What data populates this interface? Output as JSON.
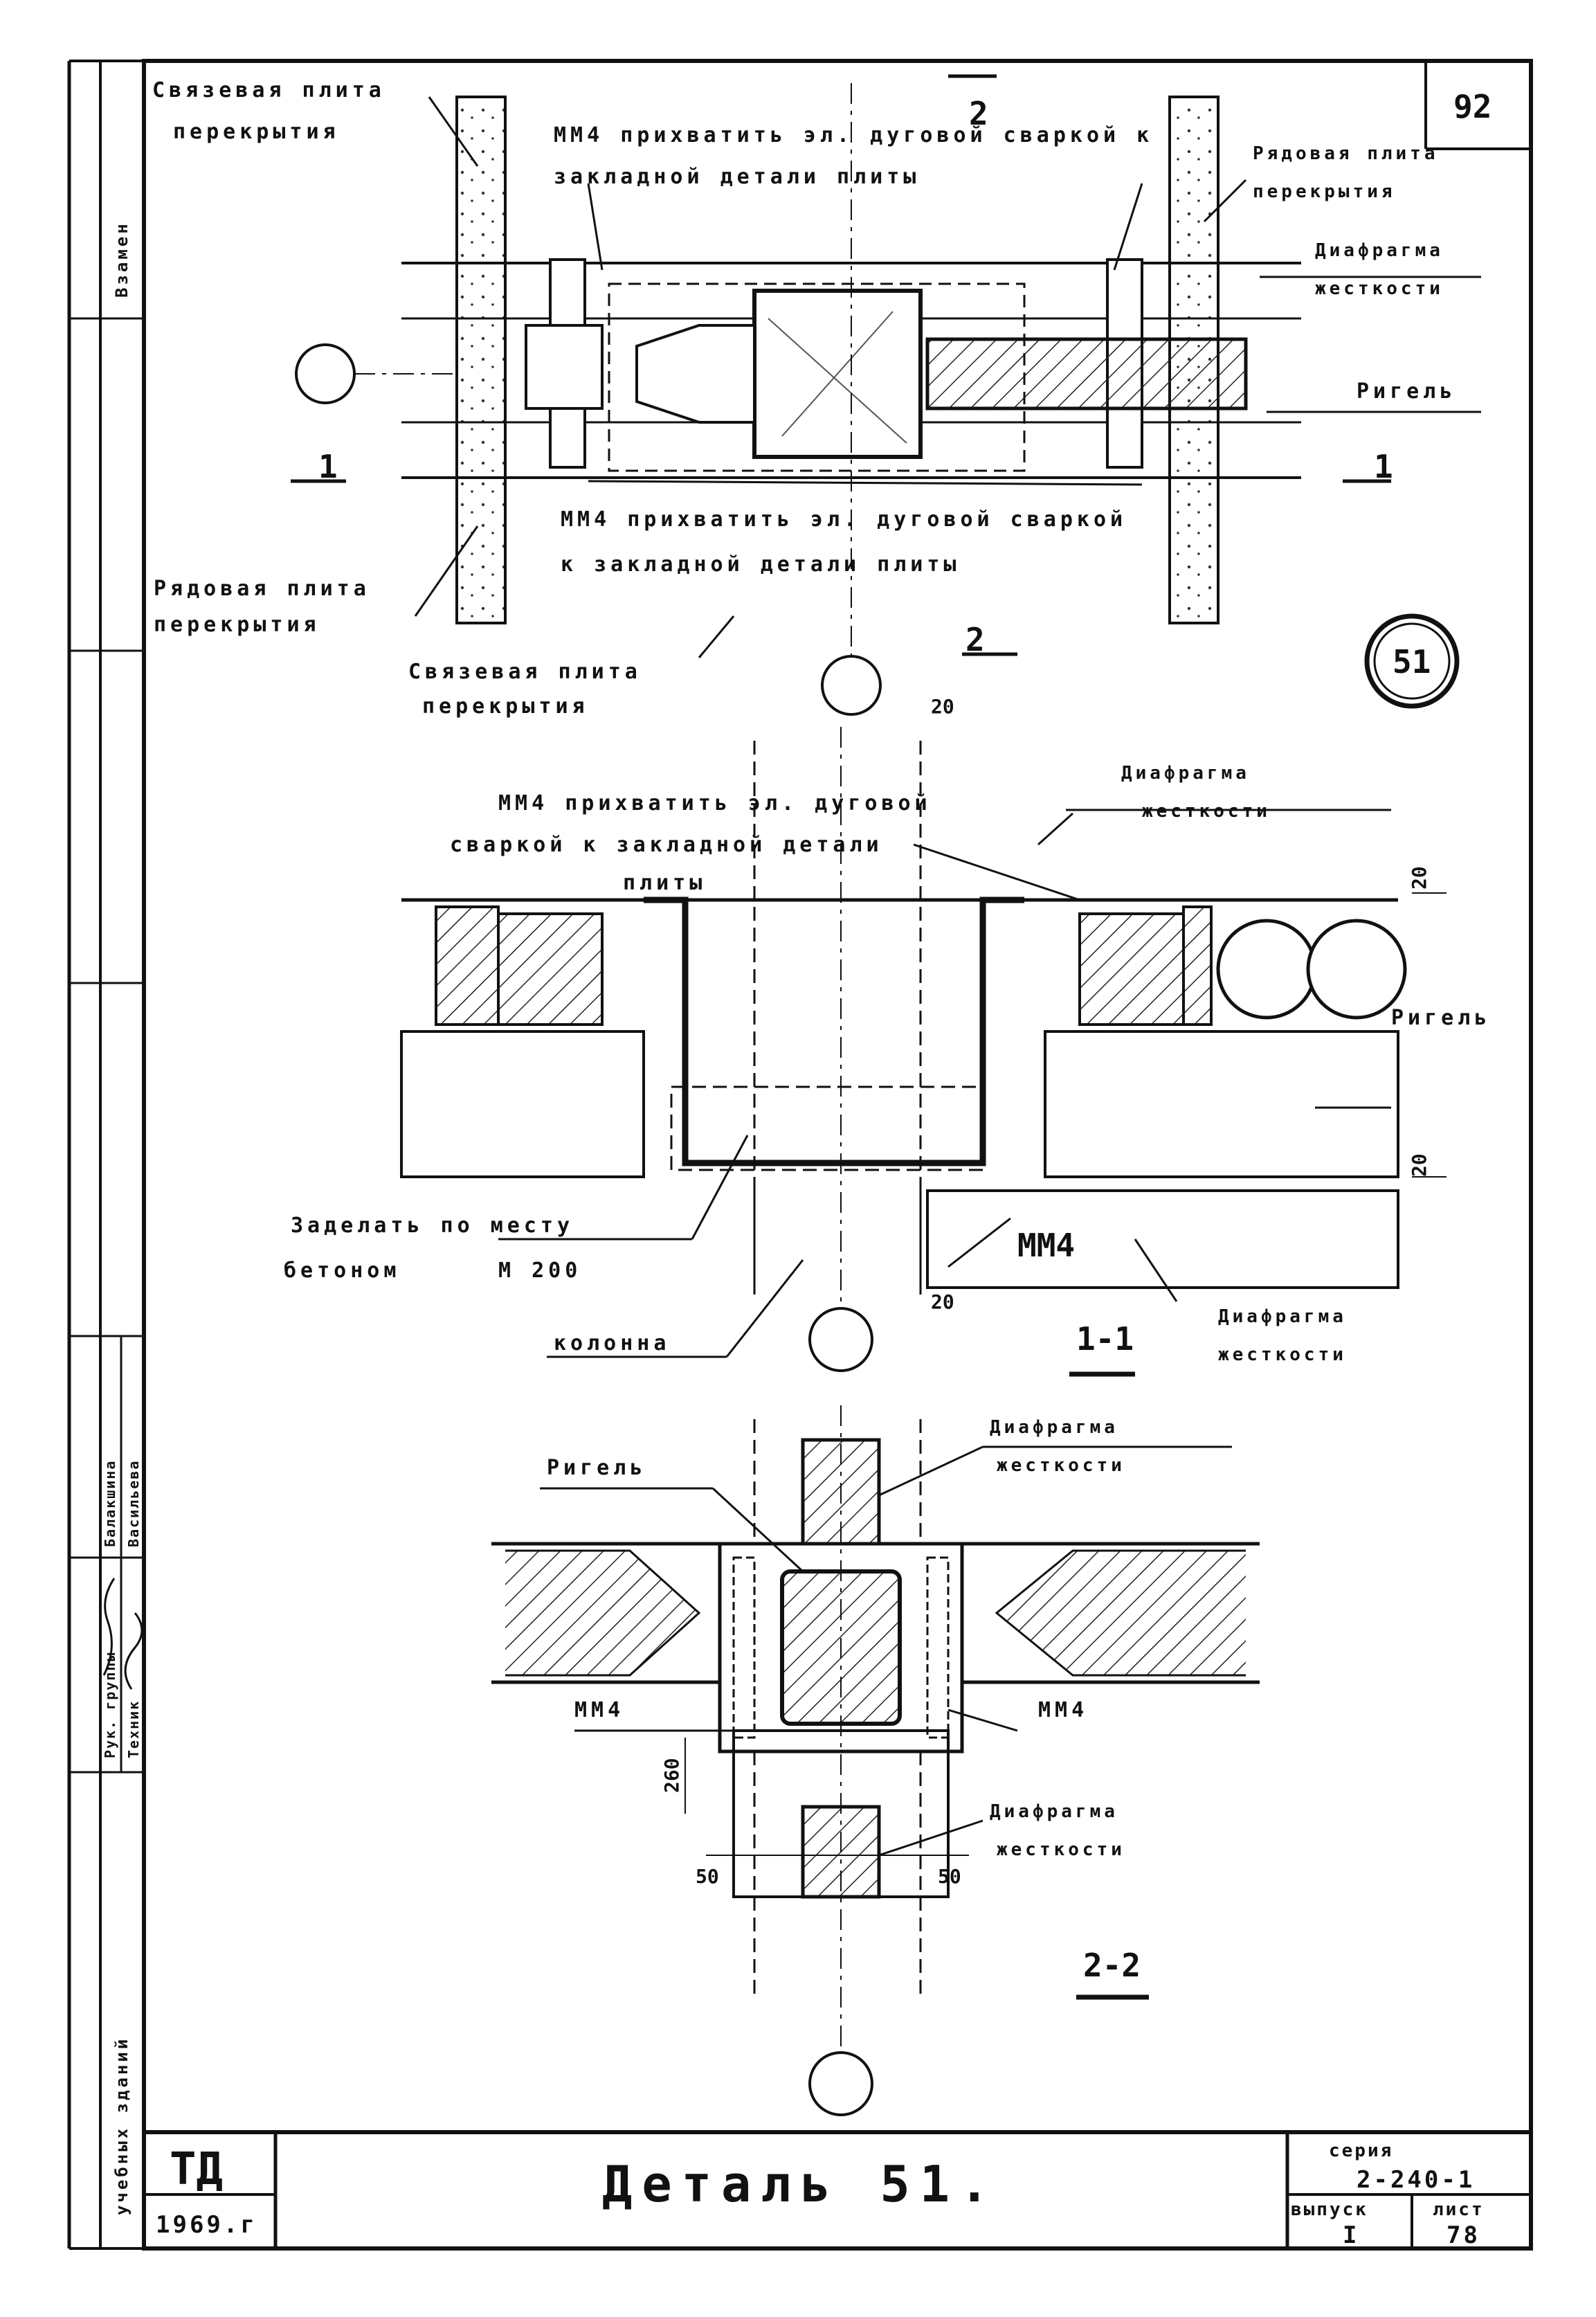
{
  "sheet": {
    "number": "92",
    "detail_mark": "51"
  },
  "plan": {
    "section_mark_top": "2",
    "section_mark_bottom": "2",
    "section_mark_left": "1",
    "section_mark_right": "1",
    "label_tie_slab_top_1": "Связевая плита",
    "label_tie_slab_top_2": "перекрытия",
    "label_weld_top_1": "ММ4 прихватить эл. дуговой сваркой к",
    "label_weld_top_2": "закладной детали плиты",
    "label_row_slab_right_1": "Рядовая плита",
    "label_row_slab_right_2": "перекрытия",
    "label_diaphragm_right_1": "Диафрагма",
    "label_diaphragm_right_2": "жесткости",
    "label_crossbar_right": "Ригель",
    "label_weld_bottom_1": "ММ4 прихватить эл. дуговой сваркой",
    "label_weld_bottom_2": "к закладной детали плиты",
    "label_row_slab_left_1": "Рядовая плита",
    "label_row_slab_left_2": "перекрытия",
    "label_tie_slab_bottom_1": "Связевая плита",
    "label_tie_slab_bottom_2": "перекрытия"
  },
  "section_1_1": {
    "title": "1-1",
    "dim_20_top": "20",
    "dim_20_right_top": "20",
    "dim_20_right_bottom": "20",
    "dim_20_bottom": "20",
    "label_weld_1": "ММ4 прихватить эл. дуговой",
    "label_weld_2": "сваркой к закладной детали",
    "label_weld_3": "плиты",
    "label_diaphragm_top_1": "Диафрагма",
    "label_diaphragm_top_2": "жесткости",
    "label_crossbar": "Ригель",
    "label_fill_1": "Заделать по месту",
    "label_fill_2": "бетоном",
    "label_fill_grade": "М 200",
    "label_mm4": "ММ4",
    "label_column": "колонна",
    "label_diaphragm_bottom_1": "Диафрагма",
    "label_diaphragm_bottom_2": "жесткости"
  },
  "section_2_2": {
    "title": "2-2",
    "label_crossbar": "Ригель",
    "label_diaphragm_top_1": "Диафрагма",
    "label_diaphragm_top_2": "жесткости",
    "label_mm4_left": "ММ4",
    "label_mm4_right": "ММ4",
    "dim_260": "260",
    "dim_50_left": "50",
    "dim_50_right": "50",
    "label_diaphragm_bottom_1": "Диафрагма",
    "label_diaphragm_bottom_2": "жесткости"
  },
  "side_strip": {
    "vzamen": "Взамен",
    "title": "учебных зданий",
    "role_1": "Рук. группы",
    "role_2": "Техник",
    "name_1": "Балакшина",
    "name_2": "Васильева"
  },
  "title_block": {
    "org": "ТД",
    "year": "1969.г",
    "title": "Деталь 51.",
    "series_label": "серия",
    "series_value": "2-240-1",
    "issue_label": "выпуск",
    "issue_value": "I",
    "sheet_label": "лист",
    "sheet_value": "78"
  }
}
